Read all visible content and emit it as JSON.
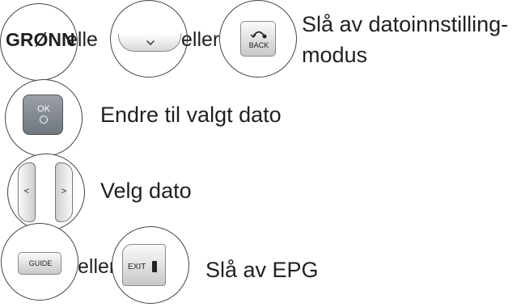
{
  "rows": [
    {
      "green_label": "GRØNN",
      "or1": "elle",
      "or2": "eller",
      "back_label": "BACK",
      "description": "Slå av datoinnstilling-",
      "description2": "modus"
    },
    {
      "ok_label": "OK",
      "description": "Endre til valgt dato"
    },
    {
      "left_glyph": "<",
      "right_glyph": ">",
      "description": "Velg dato"
    },
    {
      "guide_label": "GUIDE",
      "or": "eller",
      "exit_label": "EXIT",
      "description": "Slå av EPG"
    }
  ]
}
